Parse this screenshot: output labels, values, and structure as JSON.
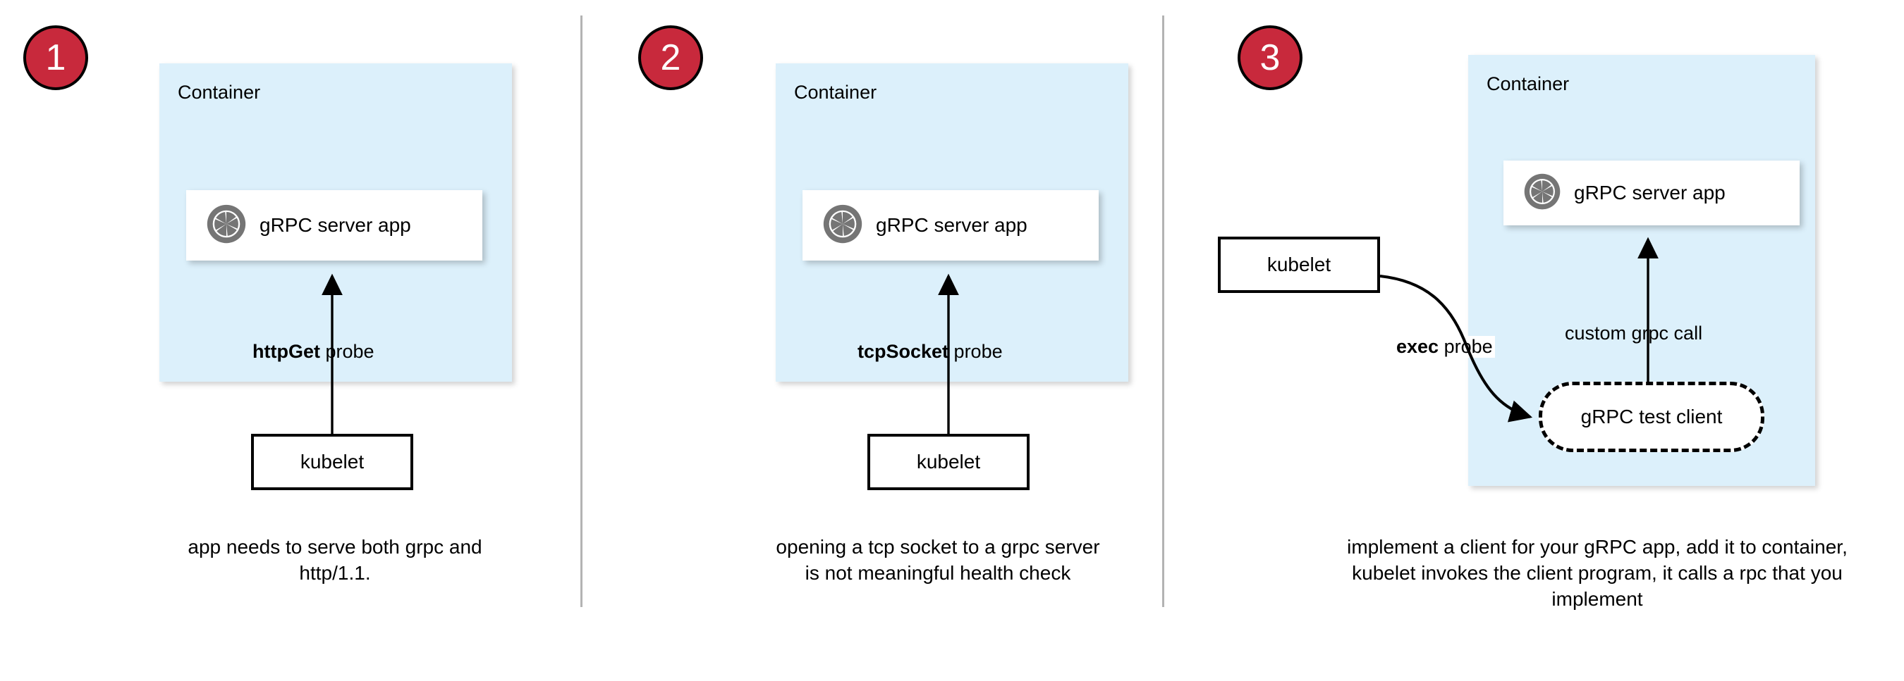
{
  "diagram": {
    "title": "gRPC health probe approaches in Kubernetes",
    "colors": {
      "badge_fill": "#c8293c",
      "badge_stroke": "#000000",
      "container_fill": "#dcf0fb",
      "card_fill": "#ffffff",
      "divider": "#b3b3b3",
      "icon_gray": "#757575",
      "stroke": "#000000"
    }
  },
  "panels": [
    {
      "badge": "1",
      "container_label": "Container",
      "app_label": "gRPC server app",
      "app_icon": "grpc-aperture-icon",
      "probe_bold": "httpGet",
      "probe_rest": " probe",
      "kubelet_label": "kubelet",
      "caption": "app needs to serve both grpc and http/1.1."
    },
    {
      "badge": "2",
      "container_label": "Container",
      "app_label": "gRPC server app",
      "app_icon": "grpc-aperture-icon",
      "probe_bold": "tcpSocket",
      "probe_rest": " probe",
      "kubelet_label": "kubelet",
      "caption": "opening a tcp socket to a grpc server is not meaningful health check"
    },
    {
      "badge": "3",
      "container_label": "Container",
      "app_label": "gRPC server app",
      "app_icon": "grpc-aperture-icon",
      "probe_bold": "exec",
      "probe_rest": " probe",
      "kubelet_label": "kubelet",
      "call_label": "custom grpc call",
      "test_client_label": "gRPC test client",
      "caption": "implement a client for your gRPC app, add it to container, kubelet invokes the client program, it calls a rpc that you implement"
    }
  ]
}
